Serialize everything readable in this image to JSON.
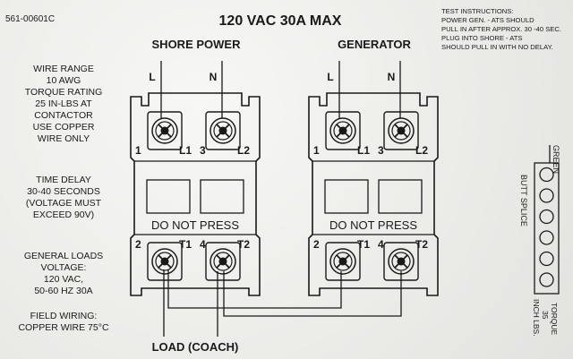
{
  "part_number": "561-00601C",
  "title": "120 VAC 30A MAX",
  "test_instructions": [
    "TEST INSTRUCTIONS:",
    "POWER GEN. - ATS SHOULD",
    "PULL IN AFTER APPROX. 30 -40 SEC.",
    "PLUG INTO SHORE - ATS",
    "SHOULD PULL IN WITH NO DELAY."
  ],
  "notes": {
    "wire_range": [
      "WIRE RANGE",
      "10 AWG",
      "TORQUE RATING",
      "25 IN-LBS AT",
      "CONTACTOR",
      "USE COPPER",
      "WIRE ONLY"
    ],
    "time_delay": [
      "TIME DELAY",
      "30-40 SECONDS",
      "(VOLTAGE MUST",
      "EXCEED 90V)"
    ],
    "general_loads": [
      "GENERAL LOADS",
      "VOLTAGE:",
      "120 VAC,",
      "50-60 HZ 30A"
    ],
    "field_wiring": [
      "FIELD WIRING:",
      "COPPER WIRE 75°C"
    ]
  },
  "contactors": [
    {
      "title": "SHORE POWER",
      "lead_labels": [
        "L",
        "N"
      ],
      "top_terminals": [
        "1",
        "L1",
        "3",
        "L2"
      ],
      "bottom_terminals": [
        "2",
        "T1",
        "4",
        "T2"
      ],
      "warning": "DO NOT PRESS"
    },
    {
      "title": "GENERATOR",
      "lead_labels": [
        "L",
        "N"
      ],
      "top_terminals": [
        "1",
        "L1",
        "3",
        "L2"
      ],
      "bottom_terminals": [
        "2",
        "T1",
        "4",
        "T2"
      ],
      "warning": "DO NOT PRESS"
    }
  ],
  "load_label": "LOAD (COACH)",
  "green_label": "GREEN",
  "butt_splice_label": "BUTT SPLICE",
  "torque_label": [
    "TORQUE",
    "35",
    "INCH LBS."
  ]
}
